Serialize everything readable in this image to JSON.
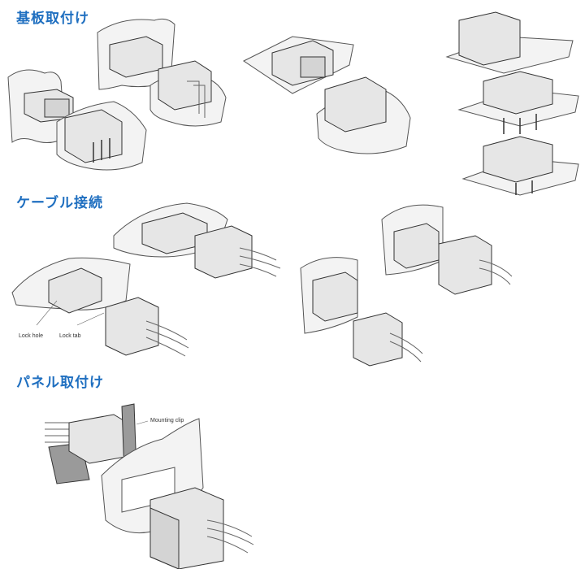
{
  "sections": {
    "board_mount": {
      "title": "基板取付け"
    },
    "cable_connection": {
      "title": "ケーブル接続",
      "callouts": {
        "lock_hole": "Lock hole",
        "lock_tab": "Lock tab"
      }
    },
    "panel_mount": {
      "title": "パネル取付け",
      "callouts": {
        "mounting_clip": "Mounting clip"
      }
    }
  },
  "colors": {
    "heading": "#1f6fc0"
  }
}
